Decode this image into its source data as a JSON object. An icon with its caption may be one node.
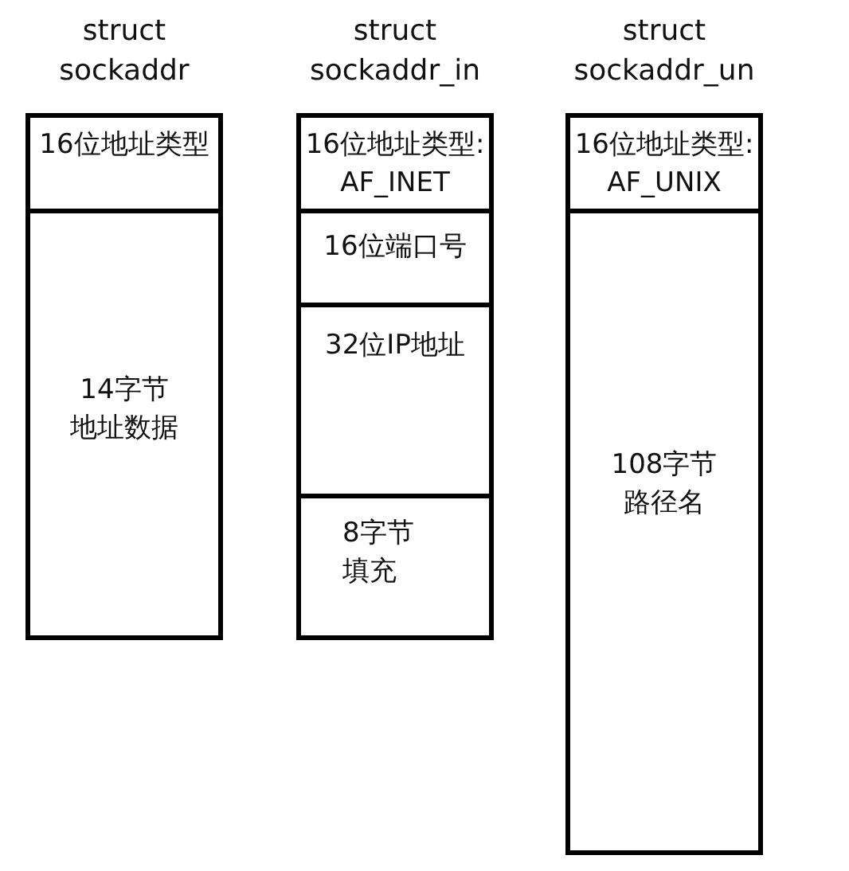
{
  "diagram": {
    "nodes": [
      {
        "text": [
          "struct sockaddr"
        ]
      },
      {
        "text": [
          "16位地址类型"
        ],
        "in": 0
      },
      {
        "text": [
          "14字节地址数据"
        ],
        "in": 0
      },
      {
        "text": [
          "struct sockaddr_in"
        ]
      },
      {
        "text": [
          "16位地址类型: AF_INET"
        ],
        "in": 3
      },
      {
        "text": [
          "16位端口号"
        ],
        "in": 3
      },
      {
        "text": [
          "32位IP地址"
        ],
        "in": 3
      },
      {
        "text": [
          "8字节填充"
        ],
        "in": 3
      },
      {
        "text": [
          "struct sockaddr_un"
        ]
      },
      {
        "text": [
          "16位地址类型: AF_UNIX"
        ],
        "in": 8
      },
      {
        "text": [
          "108字节路径名"
        ],
        "in": 8
      }
    ]
  }
}
